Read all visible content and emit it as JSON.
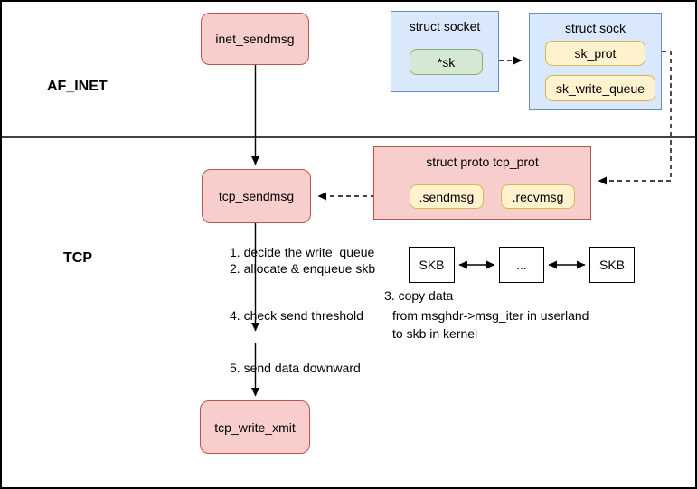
{
  "lanes": {
    "af_inet": "AF_INET",
    "tcp": "TCP"
  },
  "nodes": {
    "inet_sendmsg": "inet_sendmsg",
    "tcp_sendmsg": "tcp_sendmsg",
    "tcp_write_xmit": "tcp_write_xmit",
    "struct_socket": {
      "title": "struct socket",
      "sk": "*sk"
    },
    "struct_sock": {
      "title": "struct sock",
      "sk_prot": "sk_prot",
      "sk_write_queue": "sk_write_queue"
    },
    "tcp_prot": {
      "title": "struct proto tcp_prot",
      "sendmsg": ".sendmsg",
      "recvmsg": ".recvmsg"
    },
    "skb_list": {
      "first": "SKB",
      "middle": "...",
      "last": "SKB"
    }
  },
  "annotations": {
    "step1": "1. decide the write_queue",
    "step2": "2. allocate & enqueue skb",
    "step3": "3. copy data",
    "step3_from": "from msghdr->msg_iter in userland",
    "step3_to": "to skb in kernel",
    "step4": "4. check send threshold",
    "step5": "5. send data downward"
  },
  "colors": {
    "pink_fill": "#f8cecc",
    "pink_stroke": "#b85450",
    "blue_fill": "#dae8fc",
    "blue_stroke": "#6c8ebf",
    "green_fill": "#d5e8d4",
    "green_stroke": "#82b366",
    "yellow_fill": "#fff2cc",
    "yellow_stroke": "#d6b656"
  }
}
